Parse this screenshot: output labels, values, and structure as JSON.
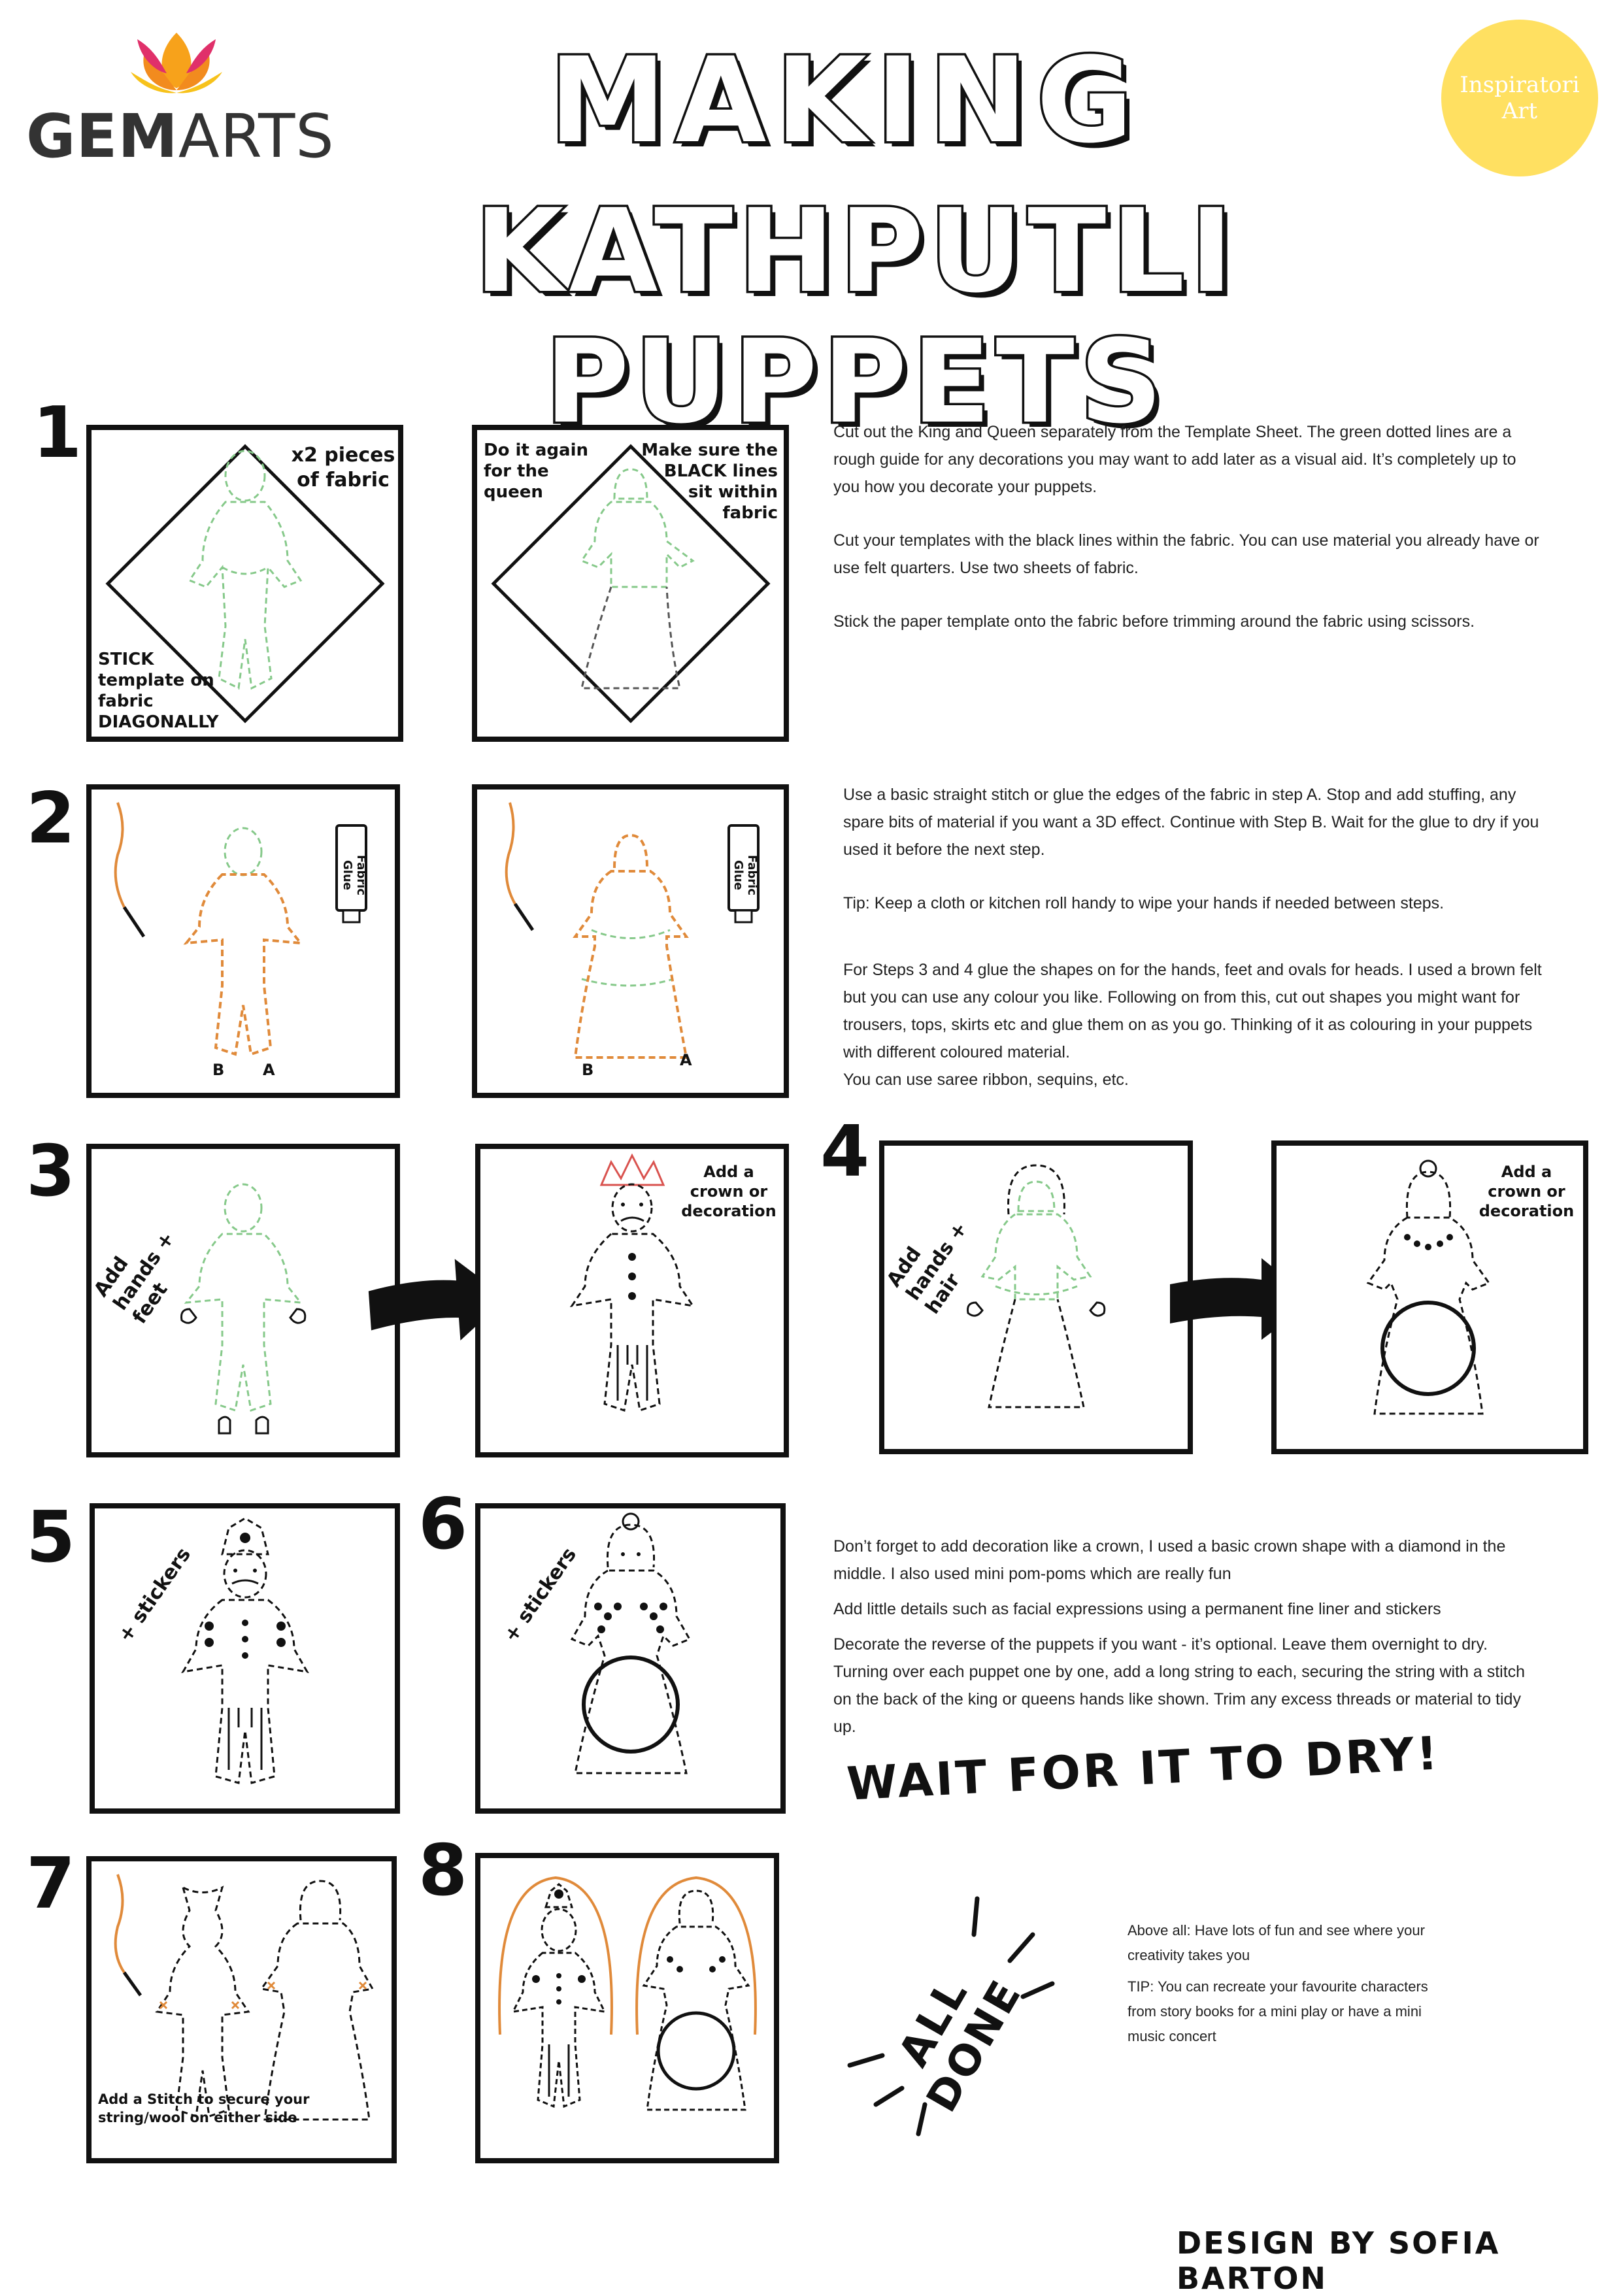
{
  "header": {
    "logo_text_bold": "GEM",
    "logo_text_light": "ARTS",
    "title_line1": "MAKING",
    "title_line2": "KATHPUTLI PUPPETS",
    "badge_line1": "Inspiratori",
    "badge_line2": "Art"
  },
  "steps": {
    "s1": "1",
    "s2": "2",
    "s3": "3",
    "s4": "4",
    "s5": "5",
    "s6": "6",
    "s7": "7",
    "s8": "8"
  },
  "labels": {
    "x2_pieces": "x2 pieces of fabric",
    "stick_template": "STICK template on fabric DIAGONALLY",
    "do_it_again": "Do it again for the queen",
    "make_sure": "Make sure the BLACK lines sit within fabric",
    "fabric_glue": "Fabric Glue",
    "b": "B",
    "a": "A",
    "add_hands_feet": "Add hands + feet",
    "add_crown": "Add a crown or decoration",
    "add_hands_hair": "Add hands + hair",
    "stickers": "+ stickers",
    "add_stitch": "Add a Stitch to secure your string/wool on either side",
    "wait_dry": "WAIT FOR IT TO DRY!",
    "all_done": "ALL DONE",
    "design_by": "DESIGN BY SOFIA BARTON"
  },
  "text": {
    "step1_p1": "Cut out the King and Queen separately from the Template Sheet.  The green dotted lines are a rough guide for any decorations you may want to add later as a visual aid.  It’s completely up to you how you decorate your puppets.",
    "step1_p2": "Cut your templates with the black lines within the fabric.  You can use material you already have or use felt quarters.  Use two sheets of fabric.",
    "step1_p3": "Stick the paper template onto the fabric before trimming around the fabric using scissors.",
    "step2_p1": "Use a basic straight stitch or glue the edges of the fabric in step A.  Stop and add stuffing, any spare bits of material if you want a 3D effect.  Continue with Step B.  Wait for the glue to dry if you used it before the next step.",
    "step2_p2": "Tip:  Keep a cloth or kitchen roll handy to wipe your hands if needed between steps.",
    "step2_p3": "For Steps 3 and 4 glue the shapes on for the hands, feet and ovals for heads.  I used a brown felt but you can use any colour you like.  Following on from this, cut out shapes you might want for trousers, tops, skirts etc and glue them on as you go.  Thinking of it as colouring in your puppets with different coloured material.",
    "step2_p4": "You can use saree ribbon, sequins, etc.",
    "step5_p1": "Don’t forget to add decoration like a crown, I used a basic crown shape with a diamond in the middle.  I also used mini pom-poms which are really fun",
    "step5_p2": "Add little details such as facial expressions using a permanent fine liner and stickers",
    "step5_p3": "Decorate the reverse of the puppets if you want - it’s optional.  Leave them overnight to dry.  Turning over each puppet one by one,  add a long string to each, securing the string with a stitch on the back of the king or queens hands like shown.  Trim any excess threads or material to tidy up.",
    "final_p1": "Above all:  Have lots of fun and see where your creativity takes you",
    "final_p2": "TIP:  You can recreate your favourite characters from story books for a mini play or have a mini music concert"
  },
  "colors": {
    "green_dotted": "#86c98a",
    "orange_stitch": "#e08a3a",
    "badge_yellow": "#ffe061",
    "logo_orange": "#f28b1e",
    "logo_pink": "#e0306a"
  }
}
